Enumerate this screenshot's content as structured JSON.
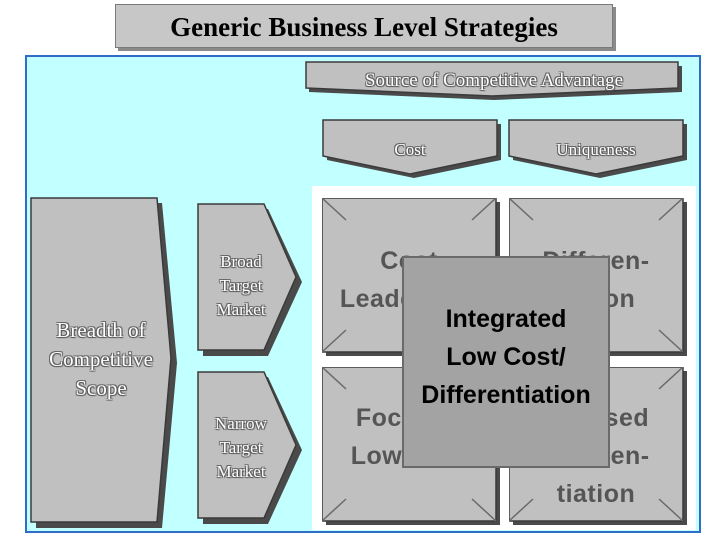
{
  "title": "Generic Business Level Strategies",
  "source_header": "Source of Competitive Advantage",
  "cost_label": "Cost",
  "uniqueness_label": "Uniqueness",
  "scope_label": [
    "Breadth of",
    "Competitive",
    "Scope"
  ],
  "broad_label": [
    "Broad",
    "Target",
    "Market"
  ],
  "narrow_label": [
    "Narrow",
    "Target",
    "Market"
  ],
  "cells": {
    "cost_leadership": [
      "Cost",
      "Leadership"
    ],
    "differentiation": [
      "Differen-",
      "tiation"
    ],
    "focused_low_cost": [
      "Focused",
      "Low Cost"
    ],
    "focused_differentiation": [
      "Focused",
      "Differen-",
      "tiation"
    ]
  },
  "integrated": [
    "Integrated",
    "Low Cost/",
    "Differentiation"
  ],
  "colors": {
    "panel_bg": "#c2ffff",
    "panel_border": "#2e6ec9",
    "shape_fill": "#c0c0c0",
    "integrated_fill": "#a3a3a3"
  }
}
